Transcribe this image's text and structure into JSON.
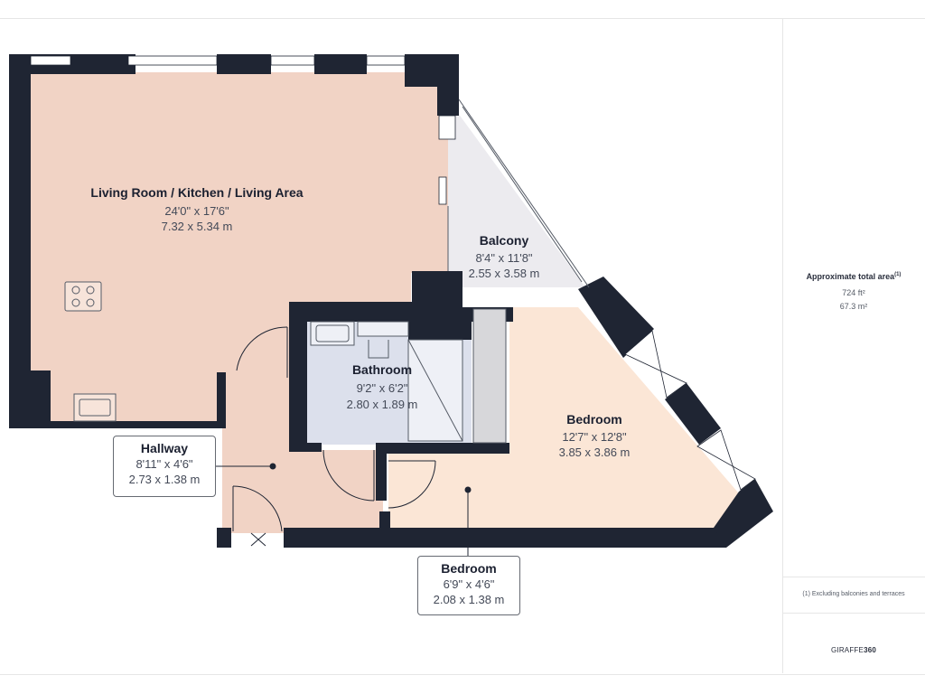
{
  "rooms": {
    "living": {
      "name": "Living Room / Kitchen / Living Area",
      "imperial": "24'0\" x 17'6\"",
      "metric": "7.32 x 5.34 m"
    },
    "balcony": {
      "name": "Balcony",
      "imperial": "8'4\" x 11'8\"",
      "metric": "2.55 x 3.58 m"
    },
    "bathroom": {
      "name": "Bathroom",
      "imperial": "9'2\" x 6'2\"",
      "metric": "2.80 x 1.89 m"
    },
    "bedroom_main": {
      "name": "Bedroom",
      "imperial": "12'7\" x 12'8\"",
      "metric": "3.85 x 3.86 m"
    },
    "hallway": {
      "name": "Hallway",
      "imperial": "8'11\" x 4'6\"",
      "metric": "2.73 x 1.38 m"
    },
    "bedroom_small": {
      "name": "Bedroom",
      "imperial": "6'9\" x 4'6\"",
      "metric": "2.08 x 1.38 m"
    }
  },
  "summary": {
    "title": "Approximate total area",
    "title_sup": "(1)",
    "area_sqft": "724 ft²",
    "area_sqm": "67.3 m²",
    "footnote": "(1) Excluding balconies and terraces"
  },
  "brand": {
    "prefix": "GIRAFFE",
    "suffix": "360"
  },
  "colors": {
    "wall": "#1f2533",
    "living_floor": "#f1d3c5",
    "bedroom_floor": "#fbe6d6",
    "bathroom_floor": "#dce0ec",
    "balcony_floor": "#ecebef"
  }
}
